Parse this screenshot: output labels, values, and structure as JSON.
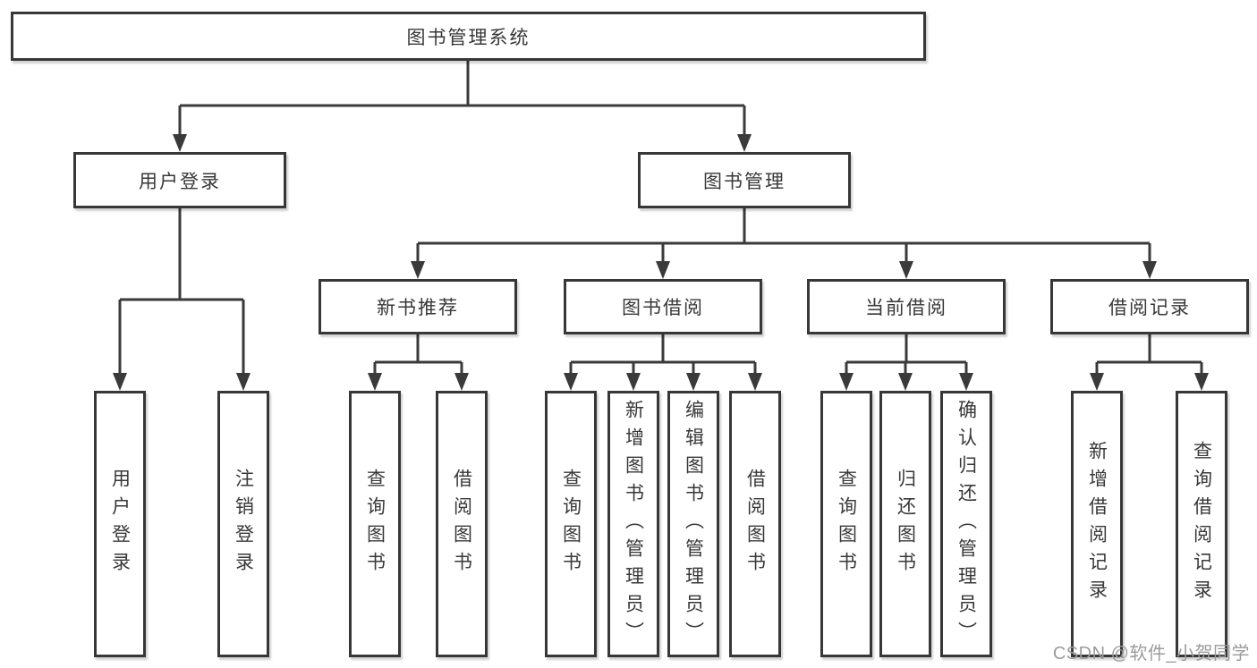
{
  "colors": {
    "canvas_bg": "#ffffff",
    "box_bg": "#ffffff",
    "box_border": "#373737",
    "line": "#3a3a3a",
    "text": "#383838",
    "watermark": "#9b9b9b"
  },
  "tree": {
    "root": {
      "label": "图书管理系统"
    },
    "branches": [
      {
        "label": "用户登录",
        "children": [
          {
            "label": "用户登录"
          },
          {
            "label": "注销登录"
          }
        ]
      },
      {
        "label": "图书管理",
        "children": [
          {
            "label": "新书推荐",
            "children": [
              {
                "label": "查询图书"
              },
              {
                "label": "借阅图书"
              }
            ]
          },
          {
            "label": "图书借阅",
            "children": [
              {
                "label": "查询图书"
              },
              {
                "label": "新增图书（管理员）"
              },
              {
                "label": "编辑图书（管理员）"
              },
              {
                "label": "借阅图书"
              }
            ]
          },
          {
            "label": "当前借阅",
            "children": [
              {
                "label": "查询图书"
              },
              {
                "label": "归还图书"
              },
              {
                "label": "确认归还（管理员）"
              }
            ]
          },
          {
            "label": "借阅记录",
            "children": [
              {
                "label": "新增借阅记录"
              },
              {
                "label": "查询借阅记录"
              }
            ]
          }
        ]
      }
    ]
  },
  "watermark": {
    "text": "CSDN @软件_小贺同学"
  }
}
